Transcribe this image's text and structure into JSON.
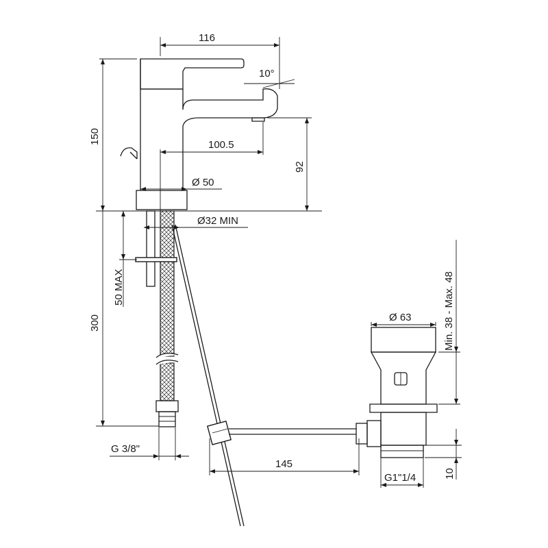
{
  "dimensions": {
    "width_116": "116",
    "angle_10": "10°",
    "height_150": "150",
    "reach_100_5": "100.5",
    "spout_92": "92",
    "diameter_50": "Ø 50",
    "hole_32": "Ø32  MIN",
    "deck_50max": "50  MAX",
    "hose_300": "300",
    "thread_g38": "G  3/8\"",
    "rod_145": "145",
    "waste_63": "Ø 63",
    "waste_height": "Min. 38  -  Max. 48",
    "thread_g114": "G1\"1/4",
    "nut_10": "10"
  }
}
